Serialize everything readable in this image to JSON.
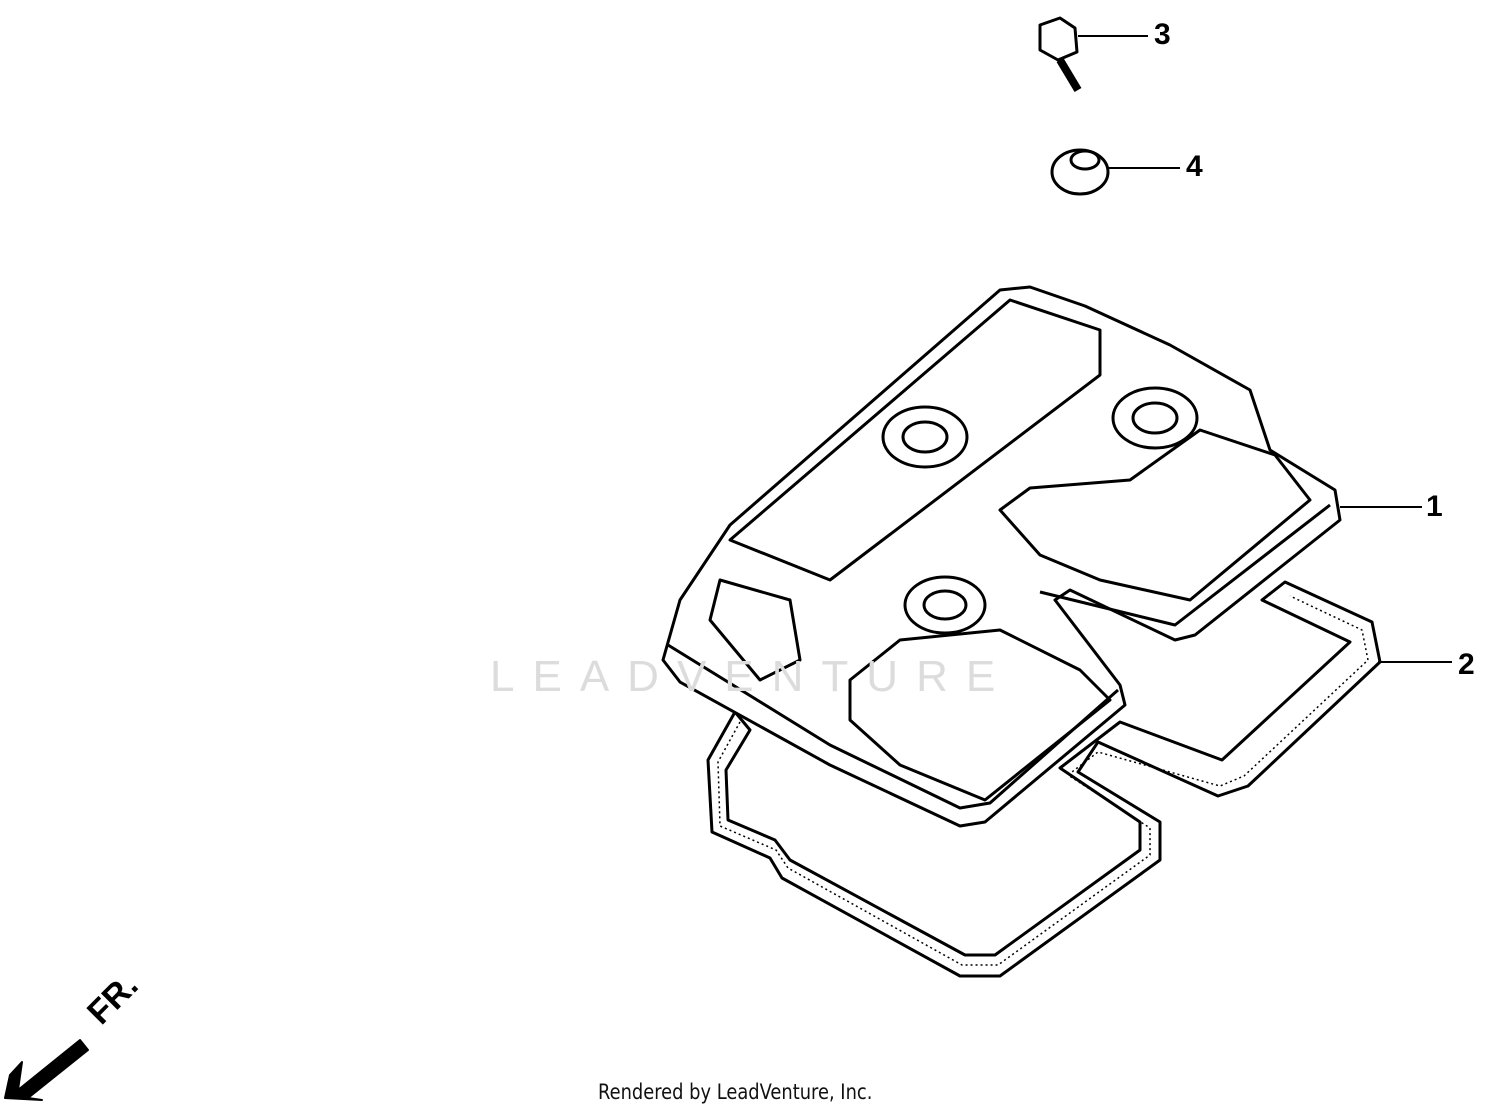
{
  "diagram": {
    "callouts": [
      {
        "number": "1",
        "part": "cylinder-head-cover"
      },
      {
        "number": "2",
        "part": "head-cover-gasket"
      },
      {
        "number": "3",
        "part": "bolt"
      },
      {
        "number": "4",
        "part": "rubber-grommet"
      }
    ],
    "direction_label": "FR.",
    "line_color": "#000000"
  },
  "watermark": "LEADVENTURE",
  "footer": {
    "text": "Rendered by LeadVenture, Inc."
  }
}
